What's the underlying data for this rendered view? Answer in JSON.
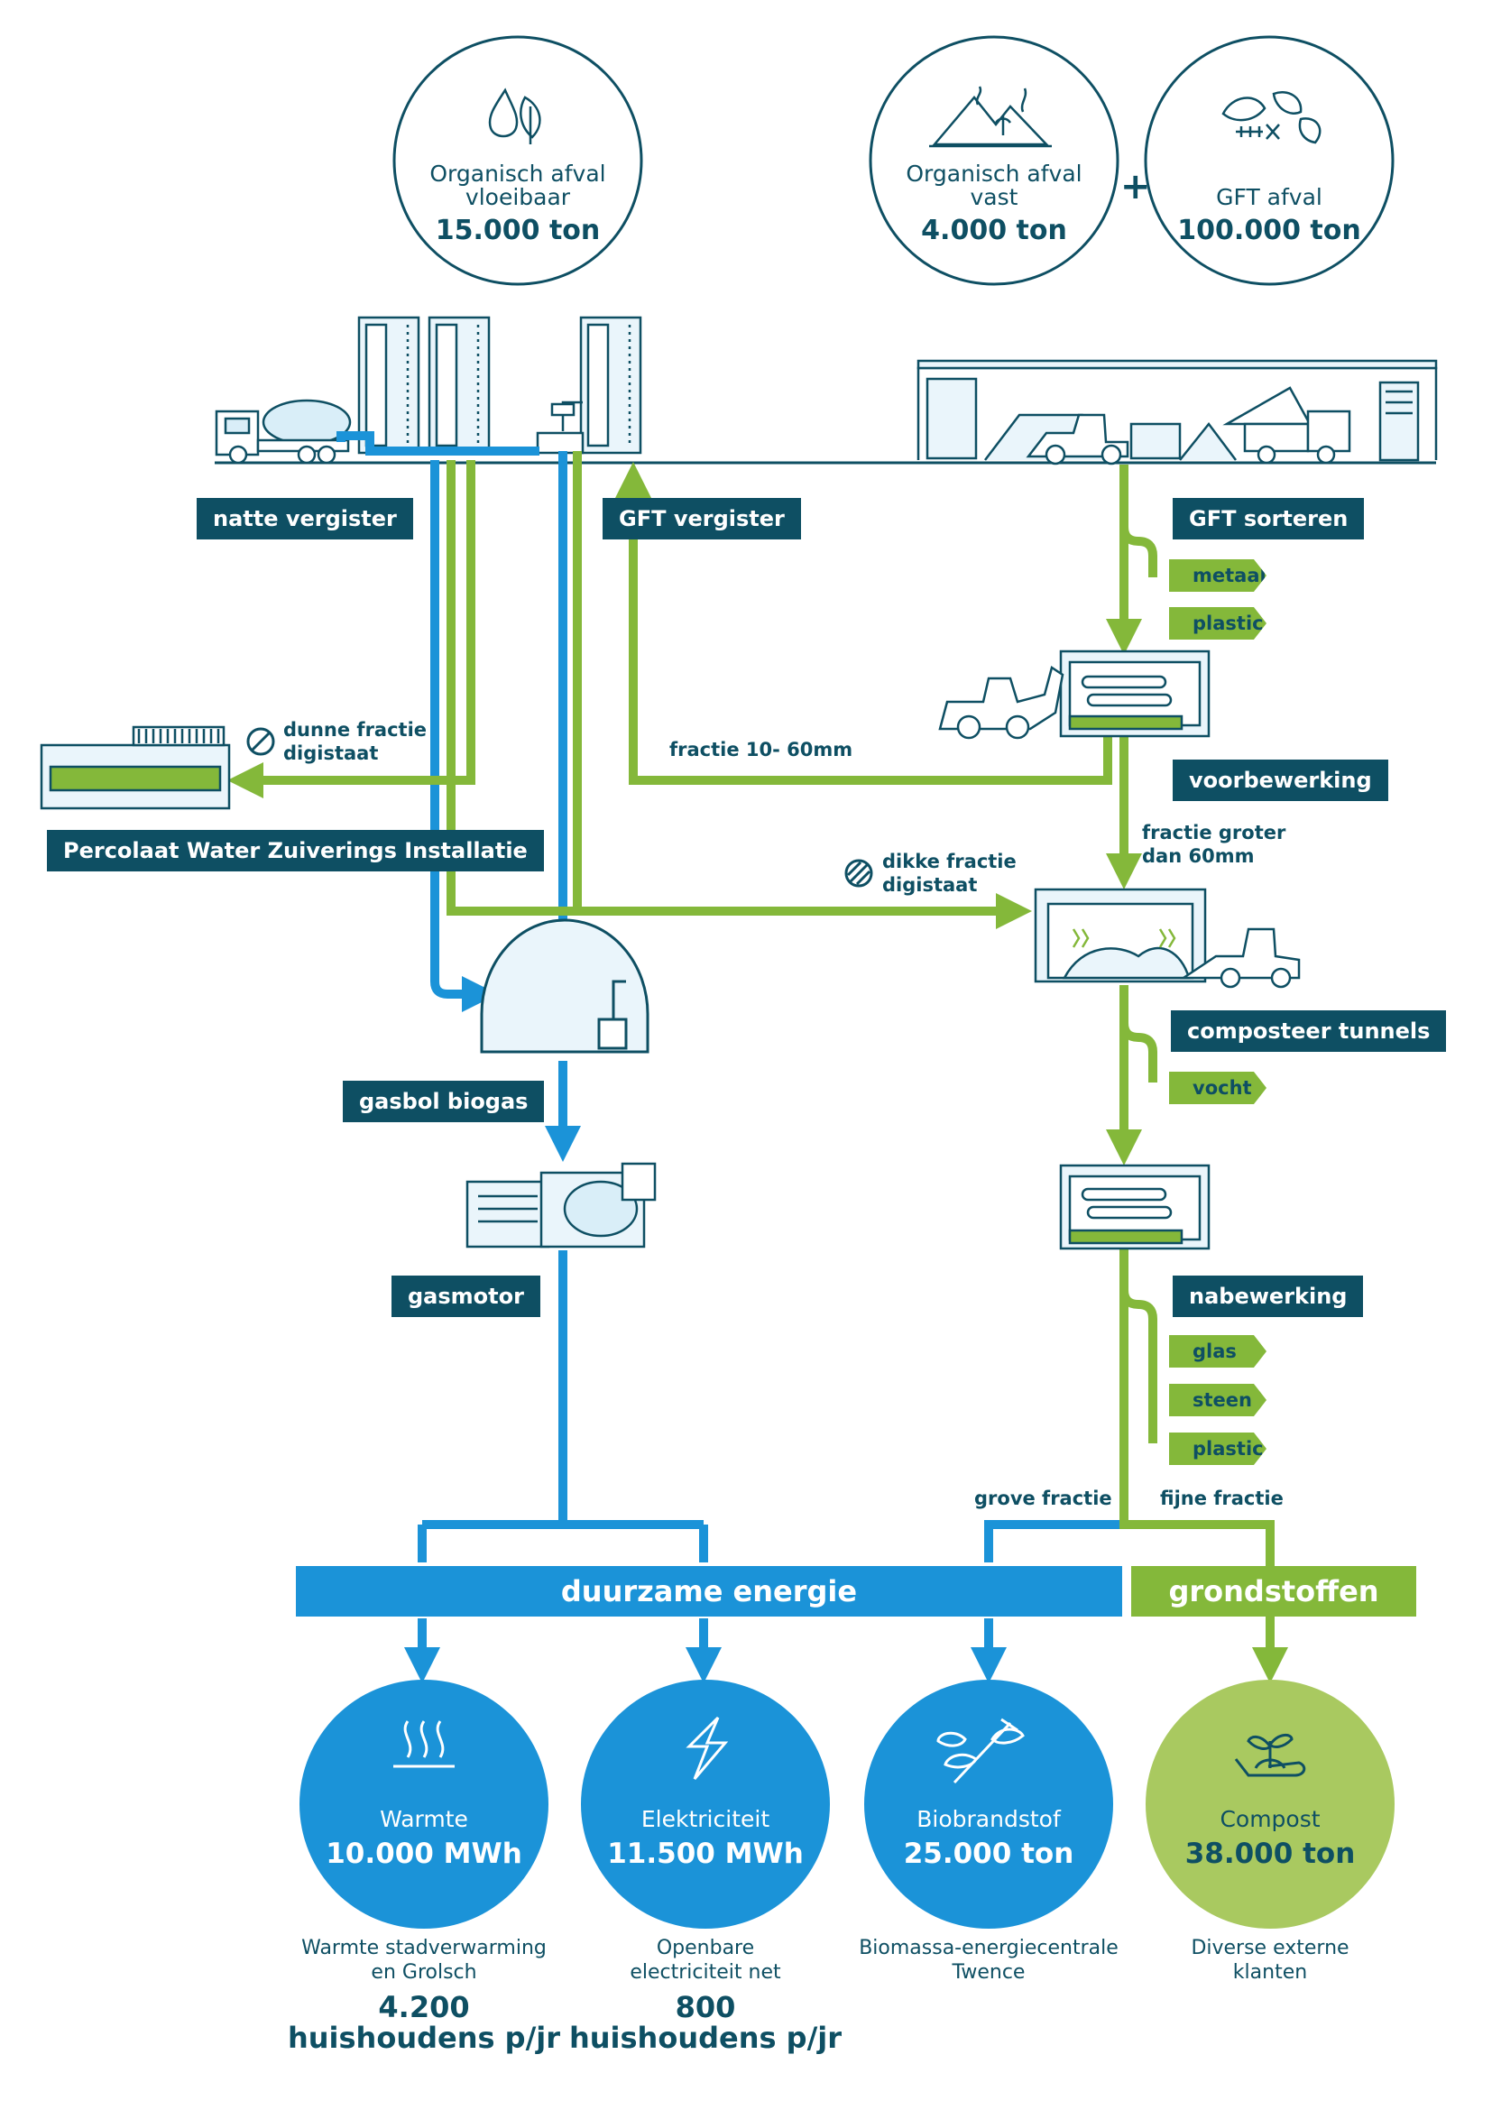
{
  "inputs": [
    {
      "title": "Organisch afval\nvloeibaar",
      "value": "15.000 ton",
      "icon": "liquid-drop-leaf-icon"
    },
    {
      "title": "Organisch afval\nvast",
      "value": "4.000 ton",
      "icon": "solid-waste-pile-icon"
    },
    {
      "title": "GFT afval",
      "value": "100.000 ton",
      "icon": "food-waste-icon"
    }
  ],
  "plus": "+",
  "labels": {
    "natte_vergister": "natte vergister",
    "gft_vergister": "GFT vergister",
    "gft_sorteren": "GFT sorteren",
    "voorbewerking": "voorbewerking",
    "pwzi": "Percolaat Water Zuiverings Installatie",
    "gasbol": "gasbol biogas",
    "composteer": "composteer tunnels",
    "gasmotor": "gasmotor",
    "nabewerking": "nabewerking"
  },
  "tags": {
    "metaal": "metaal",
    "plastic1": "plastic",
    "vocht": "vocht",
    "glas": "glas",
    "steen": "steen",
    "plastic2": "plastic"
  },
  "flows": {
    "dunne_fractie": "dunne fractie\ndigistaat",
    "fractie_10_60": "fractie 10- 60mm",
    "fractie_groter": "fractie groter\ndan 60mm",
    "dikke_fractie": "dikke fractie\ndigistaat",
    "grove_fractie": "grove fractie",
    "fijne_fractie": "fijne fractie"
  },
  "bars": {
    "energie": "duurzame energie",
    "grondstoffen": "grondstoffen"
  },
  "outputs": [
    {
      "title": "Warmte",
      "value": "10.000 MWh",
      "desc": "Warmte stadverwarming\nen Grolsch",
      "households": "4.200\nhuishoudens p/jr",
      "icon": "heat-waves-icon"
    },
    {
      "title": "Elektriciteit",
      "value": "11.500 MWh",
      "desc": "Openbare\nelectriciteit net",
      "households": "800\nhuishoudens p/jr",
      "icon": "lightning-icon"
    },
    {
      "title": "Biobrandstof",
      "value": "25.000 ton",
      "desc": "Biomassa-energiecentrale\nTwence",
      "households": "",
      "icon": "biomass-branch-icon"
    },
    {
      "title": "Compost",
      "value": "38.000 ton",
      "desc": "Diverse externe\nklanten",
      "households": "",
      "icon": "seedling-hand-icon"
    }
  ],
  "colors": {
    "navy": "#0e4f63",
    "blue": "#1b93d8",
    "green": "#84b83a",
    "light_blue": "#d9eef8"
  }
}
